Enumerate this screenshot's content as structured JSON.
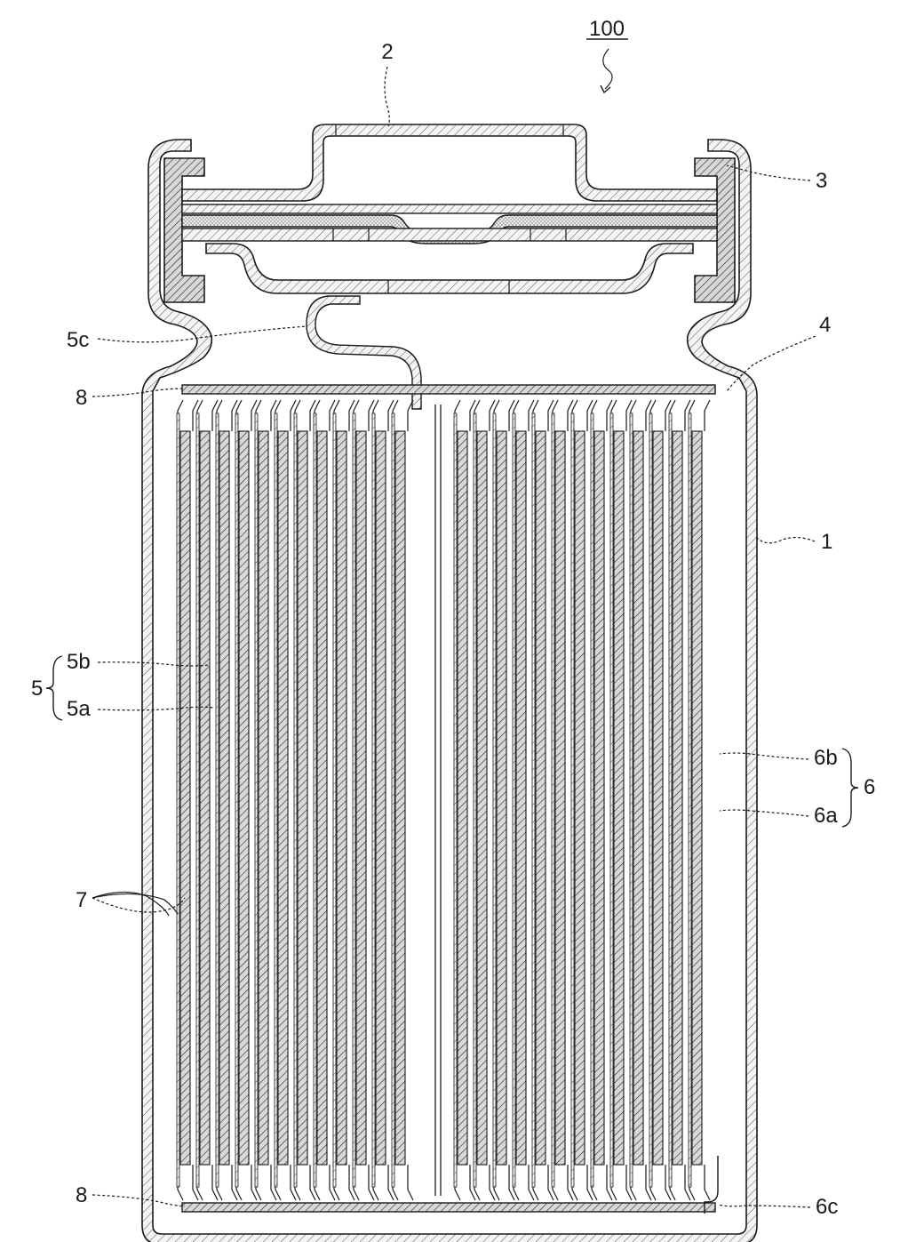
{
  "figure_number": "100",
  "labels": {
    "cap": "2",
    "gasket": "3",
    "case_inner": "4",
    "case": "1",
    "tab_5c": "5c",
    "insulator_top": "8",
    "insulator_bottom": "8",
    "group_5": "5",
    "sub_5b": "5b",
    "sub_5a": "5a",
    "group_6": "6",
    "sub_6b": "6b",
    "sub_6a": "6a",
    "separator": "7",
    "tab_6c": "6c"
  }
}
